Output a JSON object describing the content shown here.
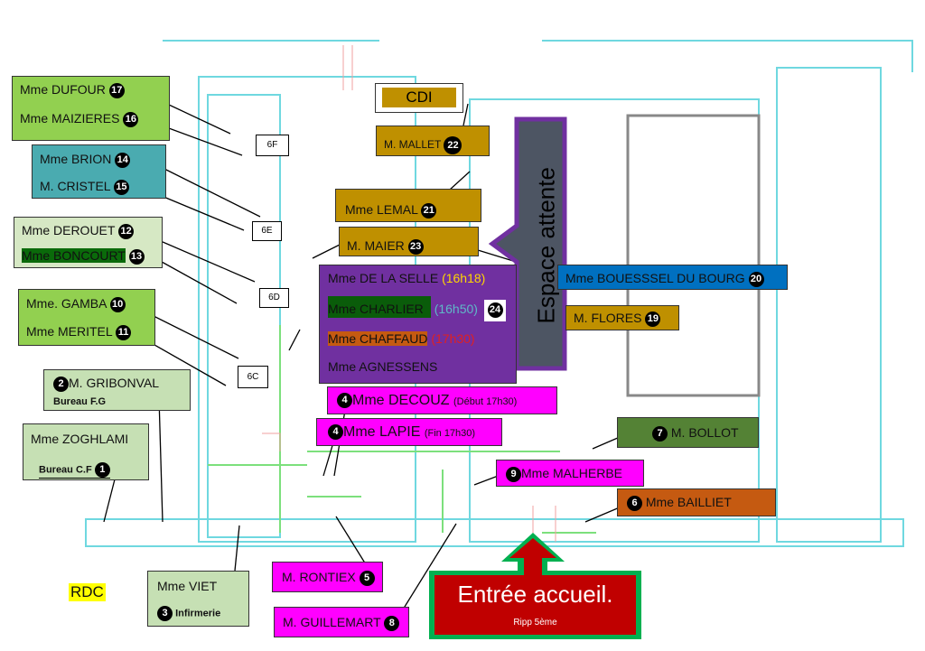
{
  "floor_label": "RDC",
  "rooms": [
    "6F",
    "6E",
    "6D",
    "6C"
  ],
  "groups": {
    "g1": {
      "a": {
        "name": "Mme DUFOUR",
        "num": "17"
      },
      "b": {
        "name": "Mme MAIZIERES",
        "num": "16"
      }
    },
    "g2": {
      "a": {
        "name": "Mme BRION",
        "num": "14"
      },
      "b": {
        "name": "M. CRISTEL",
        "num": "15"
      }
    },
    "g3": {
      "a": {
        "name": "Mme DEROUET",
        "num": "12"
      },
      "b": {
        "name": "Mme BONCOURT",
        "num": "13"
      }
    },
    "g4": {
      "a": {
        "name": "Mme. GAMBA",
        "num": "10"
      },
      "b": {
        "name": "Mme MERITEL",
        "num": "11"
      }
    }
  },
  "gribonval": {
    "name": "M. GRIBONVAL",
    "num": "2",
    "sub": "Bureau   F.G"
  },
  "zoghlami": {
    "name": "Mme ZOGHLAMI",
    "num": "1",
    "sub": "Bureau   C.F"
  },
  "viet": {
    "name": "Mme VIET",
    "num": "3",
    "sub": "Infirmerie"
  },
  "cdi": "CDI",
  "mallet": {
    "name": "M. MALLET",
    "num": "22"
  },
  "lemal": {
    "name": "Mme LEMAL",
    "num": "21"
  },
  "maier": {
    "name": "M. MAIER",
    "num": "23"
  },
  "espace": "Espace attente",
  "purple": {
    "num": "24",
    "rows": [
      {
        "name": "Mme DE LA SELLE",
        "time": "(16h18)"
      },
      {
        "name": "Mme CHARLIER",
        "time": "(16h50)"
      },
      {
        "name": "Mme CHAFFAUD",
        "time": "(17h30)"
      },
      {
        "name": "Mme AGNESSENS",
        "time": ""
      }
    ]
  },
  "bouesssel": {
    "name": "Mme BOUESSSEL DU BOURG",
    "num": "20"
  },
  "flores": {
    "name": "M. FLORES",
    "num": "19"
  },
  "decouz": {
    "name": "Mme DECOUZ",
    "num": "4",
    "time": "(Début 17h30)"
  },
  "lapie": {
    "name": "Mme LAPIE",
    "num": "4",
    "time": "(Fin 17h30)"
  },
  "bollot": {
    "name": "M. BOLLOT",
    "num": "7"
  },
  "malherbe": {
    "name": "Mme MALHERBE",
    "num": "9"
  },
  "bailliet": {
    "name": "Mme BAILLIET",
    "num": "6"
  },
  "rontiex": {
    "name": "M. RONTIEX",
    "num": "5"
  },
  "guillemart": {
    "name": "M. GUILLEMART",
    "num": "8"
  },
  "entree": {
    "title": "Entrée accueil.",
    "sub": "Ripp 5ème"
  },
  "colors": {
    "green": "#92d050",
    "light_green": "#c6e0b4",
    "teal": "#4bacc6",
    "gold": "#bf9000",
    "purple": "#7030a0",
    "magenta": "#ff00ff",
    "blue": "#0070c0",
    "olive": "#548235",
    "orange": "#c55a11",
    "red": "#c00000",
    "entry_border": "#00b050"
  }
}
